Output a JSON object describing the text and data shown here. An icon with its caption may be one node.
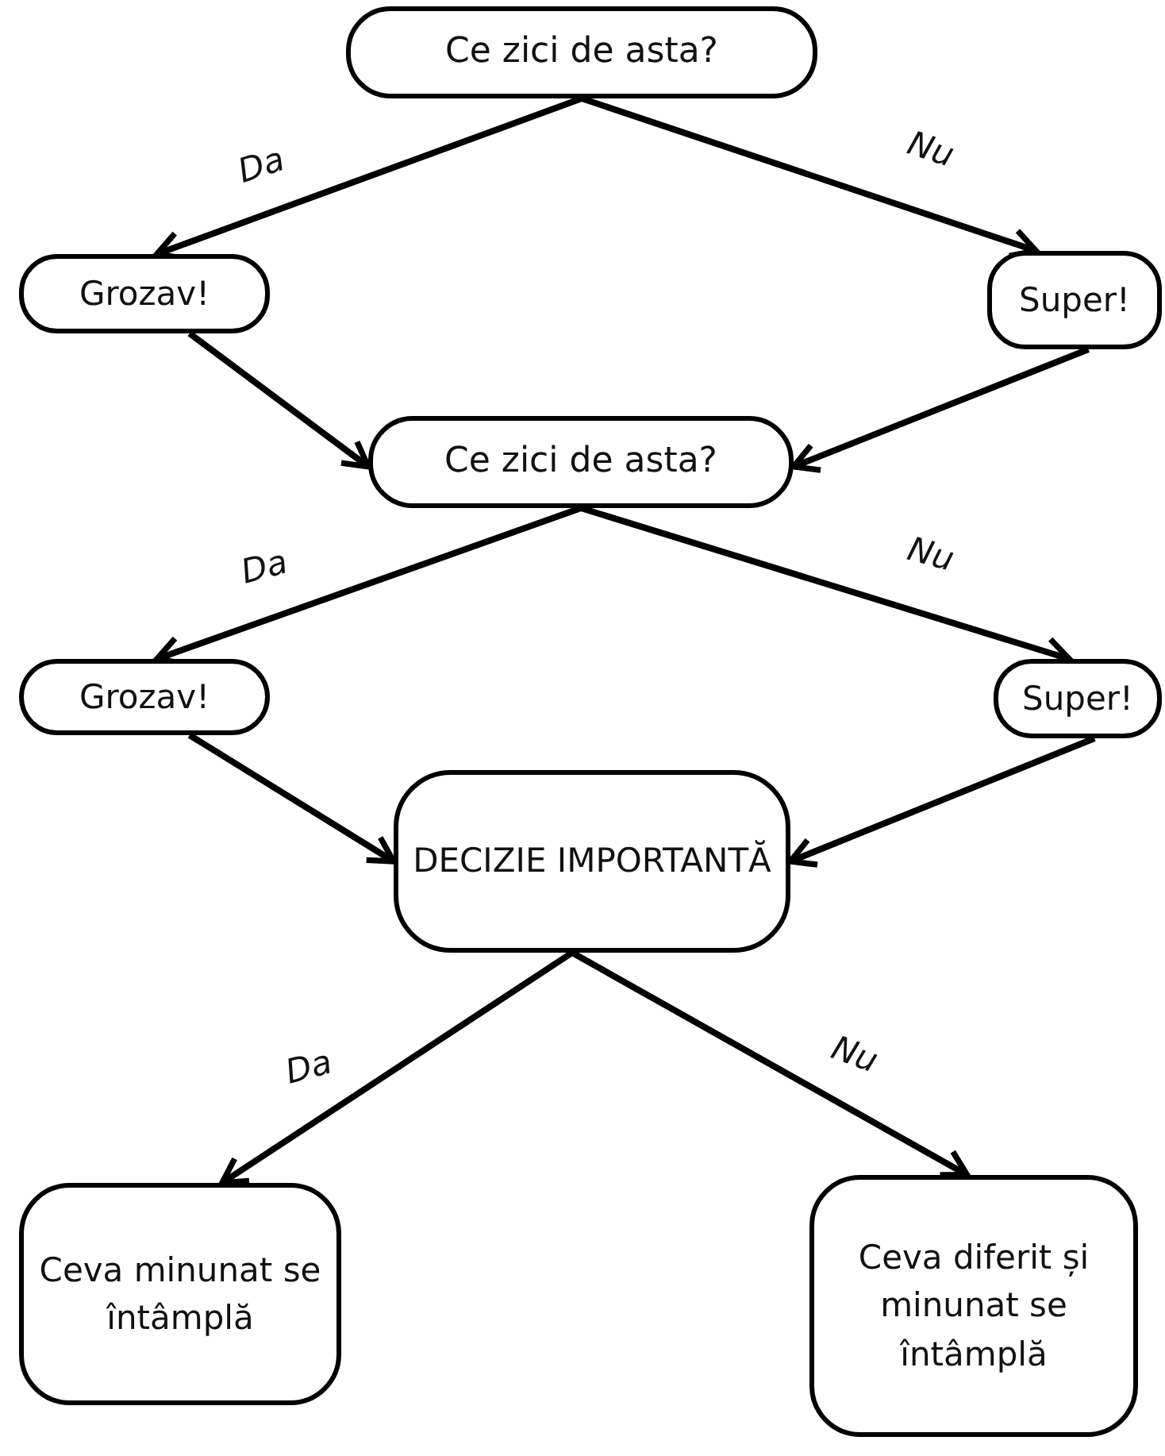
{
  "diagram": {
    "nodes": [
      {
        "text": [
          "Ce zici de asta?"
        ]
      },
      {
        "text": [
          "Grozav!"
        ]
      },
      {
        "text": [
          "Super!"
        ]
      },
      {
        "text": [
          "Ce zici de asta?"
        ]
      },
      {
        "text": [
          "Grozav!"
        ]
      },
      {
        "text": [
          "Super!"
        ]
      },
      {
        "text": [
          "DECIZIE IMPORTANTĂ"
        ]
      },
      {
        "text": [
          "Ceva minunat se întâmplă"
        ]
      },
      {
        "text": [
          "Ceva diferit și minunat se întâmplă"
        ]
      }
    ],
    "edges": [
      {
        "from": 0,
        "to": 1,
        "arrow": "to",
        "label": "Da"
      },
      {
        "from": 0,
        "to": 2,
        "arrow": "to",
        "label": "Nu"
      },
      {
        "from": 1,
        "to": 3,
        "arrow": "to"
      },
      {
        "from": 2,
        "to": 3,
        "arrow": "to"
      },
      {
        "from": 3,
        "to": 4,
        "arrow": "to",
        "label": "Da"
      },
      {
        "from": 3,
        "to": 5,
        "arrow": "to",
        "label": "Nu"
      },
      {
        "from": 4,
        "to": 6,
        "arrow": "to"
      },
      {
        "from": 5,
        "to": 6,
        "arrow": "to"
      },
      {
        "from": 6,
        "to": 7,
        "arrow": "to",
        "label": "Da"
      },
      {
        "from": 6,
        "to": 8,
        "arrow": "to",
        "label": "Nu"
      }
    ]
  }
}
